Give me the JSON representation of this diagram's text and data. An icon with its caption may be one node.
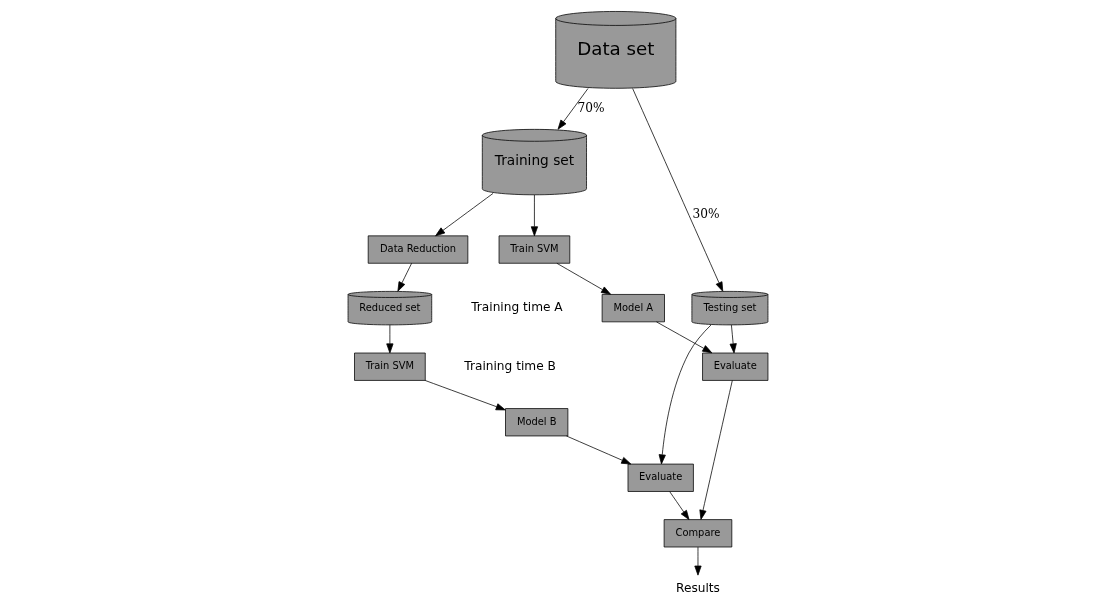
{
  "diagram": {
    "nodes": [
      {
        "text": [
          "Data set"
        ]
      },
      {
        "text": [
          "Testing set"
        ]
      },
      {
        "text": [
          "Evaluate"
        ]
      },
      {
        "text": [
          "Compare"
        ]
      },
      {
        "text": [
          "Evaluate"
        ]
      },
      {
        "text": [
          "Results"
        ]
      },
      {
        "text": [
          "Training set"
        ]
      },
      {
        "text": [
          "Train SVM"
        ]
      },
      {
        "text": [
          "Model A"
        ]
      },
      {
        "text": [
          "Data Reduction"
        ]
      },
      {
        "text": [
          "Reduced set"
        ]
      },
      {
        "text": [
          "Train SVM"
        ]
      },
      {
        "text": [
          "Model B"
        ]
      }
    ],
    "edges": [
      {
        "from": 0,
        "to": 1,
        "arrow": "to",
        "label": "30%"
      },
      {
        "from": 0,
        "to": 6,
        "arrow": "to",
        "label": "70%"
      },
      {
        "from": 1,
        "to": 2,
        "arrow": "to"
      },
      {
        "from": 1,
        "to": 4,
        "arrow": "to"
      },
      {
        "from": 2,
        "to": 3,
        "arrow": "to"
      },
      {
        "from": 4,
        "to": 3,
        "arrow": "to"
      },
      {
        "from": 3,
        "to": 5,
        "arrow": "to"
      },
      {
        "from": 6,
        "to": 7,
        "arrow": "to"
      },
      {
        "from": 7,
        "to": 8,
        "arrow": "to"
      },
      {
        "from": 8,
        "to": 2,
        "arrow": "to"
      },
      {
        "from": 6,
        "to": 9,
        "arrow": "to"
      },
      {
        "from": 9,
        "to": 10,
        "arrow": "to"
      },
      {
        "from": 10,
        "to": 11,
        "arrow": "to"
      },
      {
        "from": 11,
        "to": 12,
        "arrow": "to"
      },
      {
        "from": 12,
        "to": 4,
        "arrow": "to"
      }
    ],
    "labels": [
      "Training time A",
      "Training time B"
    ]
  }
}
